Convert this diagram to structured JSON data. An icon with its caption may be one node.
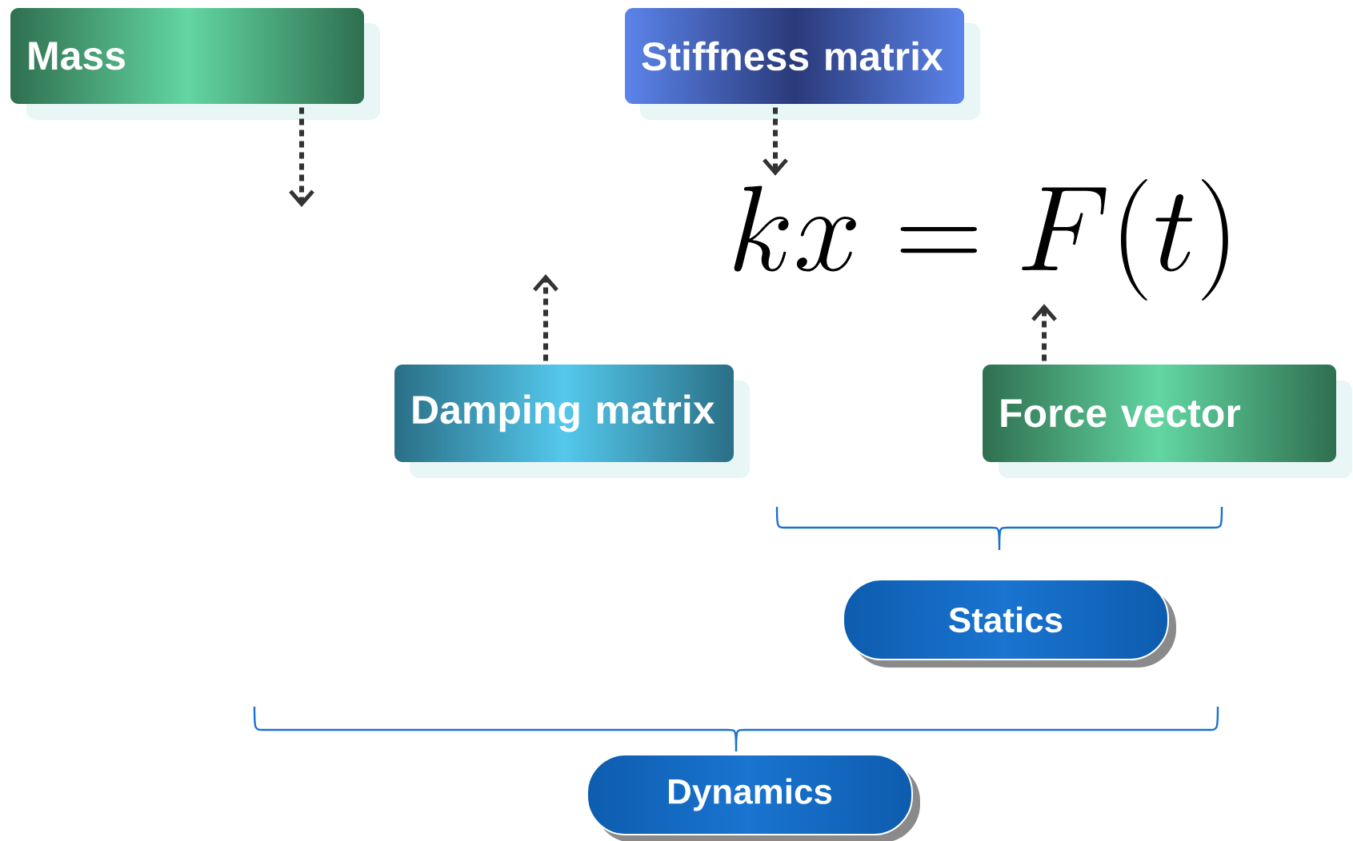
{
  "diagram": {
    "nodes": [
      {
        "text": [
          "Mass"
        ]
      },
      {
        "text": [
          "Stiffness matrix"
        ]
      },
      {
        "text": [
          "kx = F(t)"
        ]
      },
      {
        "text": [
          "Damping matrix"
        ]
      },
      {
        "text": [
          "Force vector"
        ]
      },
      {
        "text": [
          "Statics"
        ]
      },
      {
        "text": [
          "Dynamics"
        ]
      }
    ],
    "edges": [
      {
        "from": 0,
        "to": null,
        "arrow": "to"
      },
      {
        "from": 1,
        "to": 2,
        "arrow": "to"
      },
      {
        "from": 3,
        "to": null,
        "arrow": "to"
      },
      {
        "from": 4,
        "to": 2,
        "arrow": "to"
      }
    ]
  }
}
